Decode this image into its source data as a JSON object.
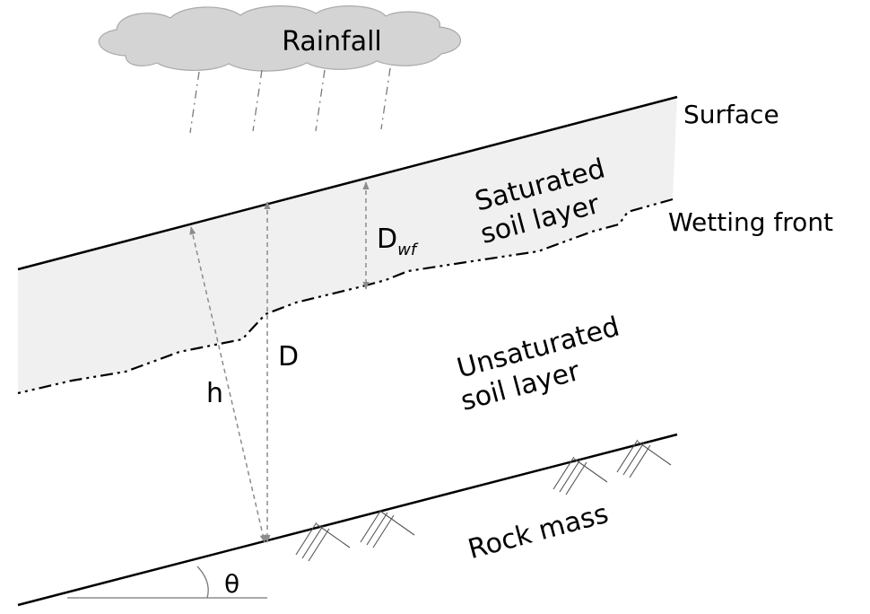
{
  "rainfall": {
    "label": "Rainfall"
  },
  "surface": {
    "label": "Surface"
  },
  "wetting_front": {
    "label": "Wetting front"
  },
  "saturated_layer": {
    "line1": "Saturated",
    "line2": "soil layer"
  },
  "unsaturated_layer": {
    "line1": "Unsaturated",
    "line2": "soil layer"
  },
  "rock": {
    "label": "Rock mass"
  },
  "dims": {
    "dwf_main": "D",
    "dwf_sub": "wf",
    "d": "D",
    "h": "h"
  },
  "angle": {
    "label": "θ"
  },
  "colors": {
    "saturated_fill": "#f0f0f0",
    "cloud_fill": "#d4d4d4",
    "cloud_stroke": "#a9a9a9",
    "dimension_lines": "#8c8c8c",
    "line": "#000000"
  }
}
